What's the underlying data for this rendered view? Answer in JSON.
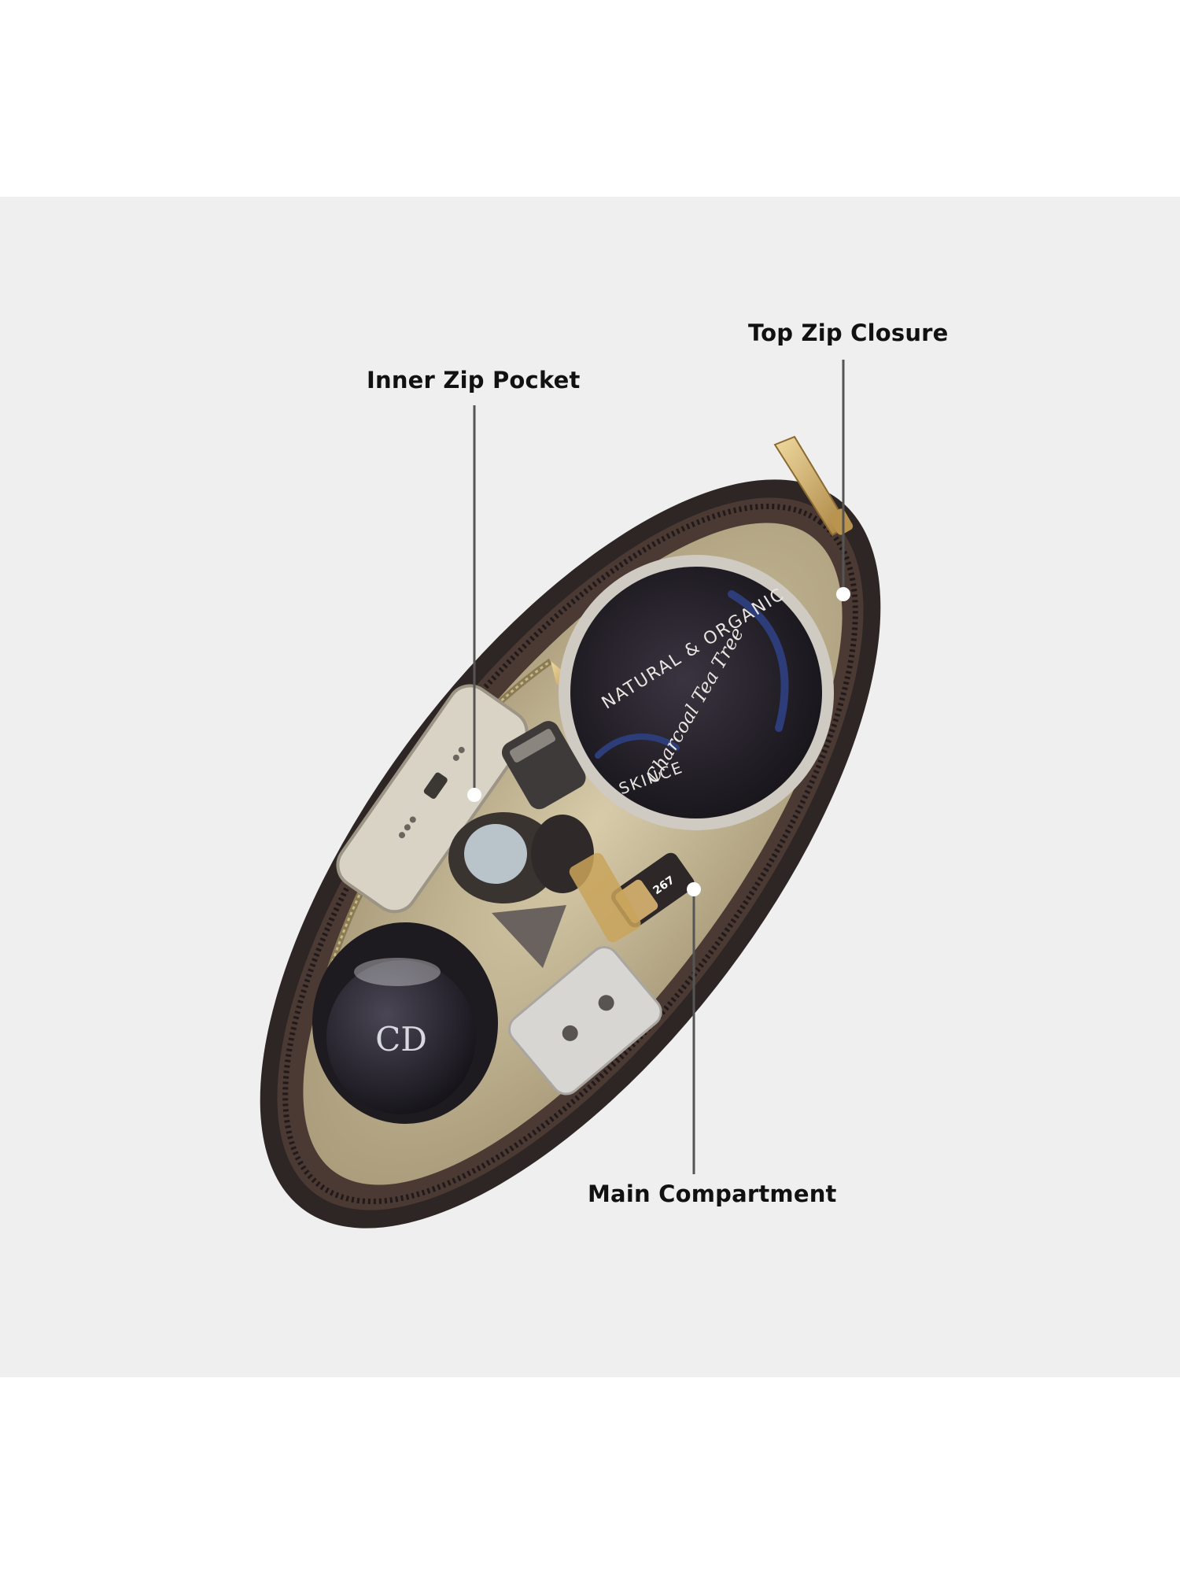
{
  "callouts": {
    "inner_zip_pocket": "Inner Zip Pocket",
    "top_zip_closure": "Top Zip Closure",
    "main_compartment": "Main Compartment"
  },
  "products": {
    "tin_brand": "SKINCE",
    "tin_headline": "NATURAL & ORGANIC",
    "tin_script": "Charcoal Tea Tree",
    "lipstick_number": "267",
    "compact_logo": "CD"
  },
  "colors": {
    "backdrop": "#efefef",
    "pouch_leather": "#2e2624",
    "zipper_tape": "#4a3a33",
    "lining": "#cdbf9c",
    "zip_pull": "#c9a664",
    "callout_line": "#555555",
    "callout_dot": "#ffffff"
  }
}
